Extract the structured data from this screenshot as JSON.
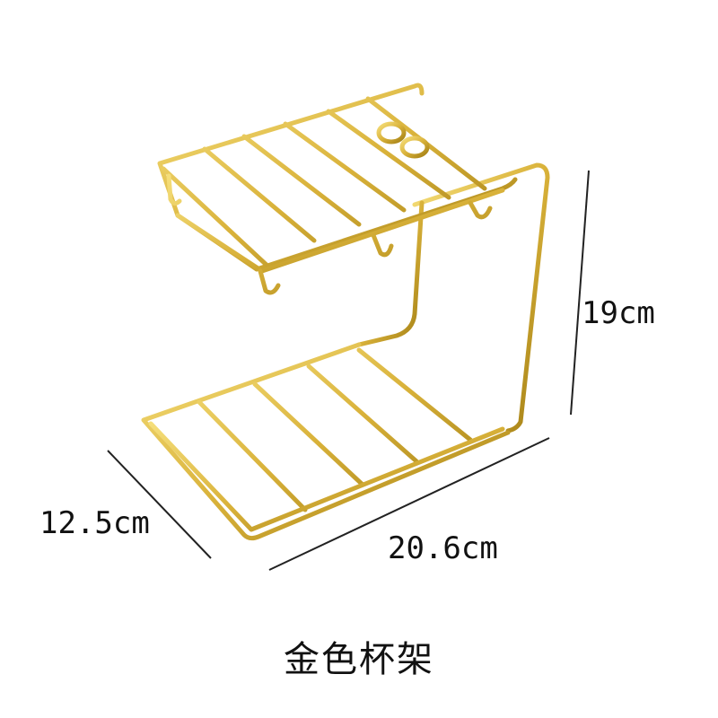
{
  "product": {
    "caption": "金色杯架",
    "metal_color": "#d9b23a",
    "metal_highlight": "#f5de7a",
    "metal_shadow": "#a37f14"
  },
  "dimensions": {
    "height": "19cm",
    "depth": "12.5cm",
    "width": "20.6cm"
  }
}
